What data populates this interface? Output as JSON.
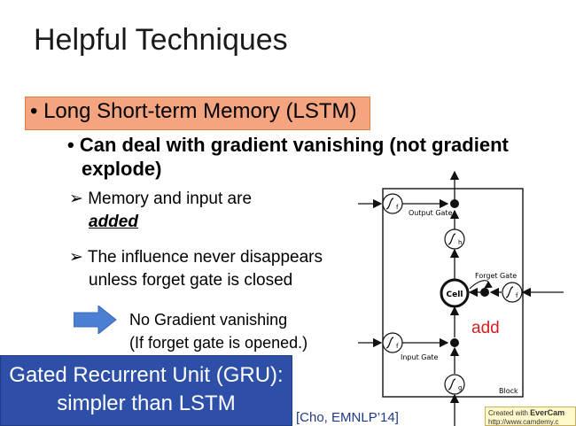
{
  "slide": {
    "title": "Helpful Techniques",
    "bullet_lstm": "• Long Short-term Memory (LSTM)",
    "sub_bullet_line1": "• Can deal with gradient vanishing (not gradient",
    "sub_bullet_line2": "explode)",
    "item1_prefix": "Memory and input are",
    "item1_emphasis": "added",
    "item2_line1": "The influence never disappears",
    "item2_line2": "unless forget gate is closed",
    "no_grad_line1": "No Gradient vanishing",
    "no_grad_line2": "(If forget gate is opened.)",
    "gru_line1": "Gated Recurrent Unit (GRU):",
    "gru_line2": "simpler than LSTM",
    "citation": "[Cho, EMNLP’14]",
    "arrow_glyph": "➢"
  },
  "diagram": {
    "output_gate": "Output Gate",
    "forget_gate": "Forget Gate",
    "input_gate": "Input Gate",
    "cell": "Cell",
    "block": "Block",
    "sub_f": "f",
    "sub_h": "h",
    "sub_g": "g",
    "add": "add"
  },
  "watermark": {
    "prefix": "Created with",
    "brand": "EverCam",
    "url": "http://www.camdemy.c"
  },
  "colors": {
    "lstm_highlight": "#f4a57f",
    "gru_background": "#2d4fa8",
    "arrow_blue": "#4a7fd4",
    "add_red": "#d42020",
    "citation_blue": "#1f3a88"
  }
}
